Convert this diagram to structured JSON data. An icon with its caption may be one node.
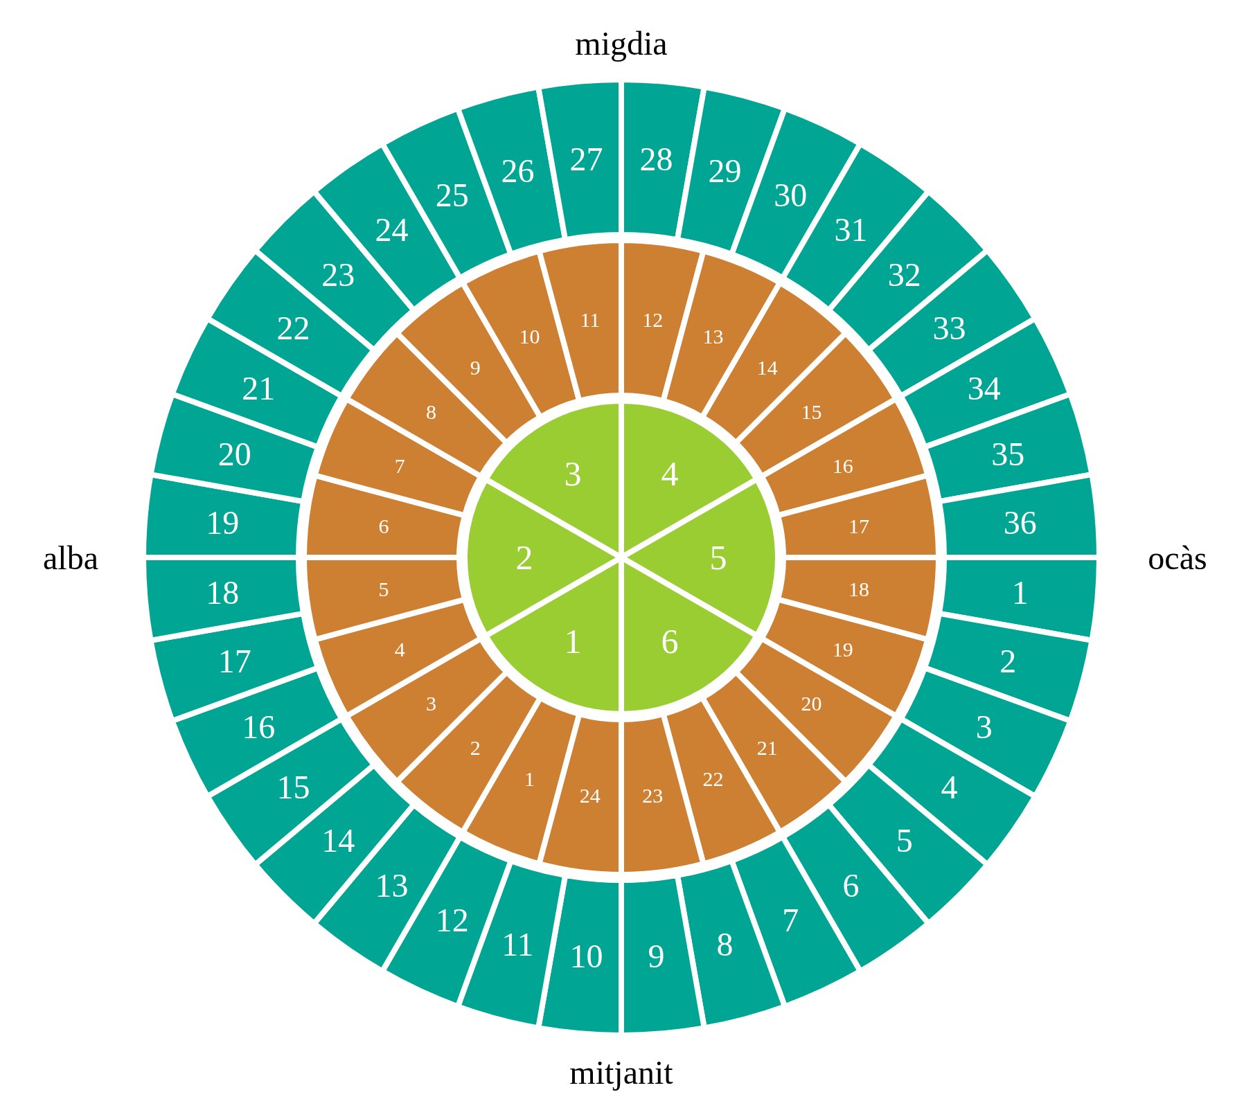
{
  "diagram": {
    "nodes": [
      {
        "text": [
          "1"
        ]
      },
      {
        "text": [
          "2"
        ]
      },
      {
        "text": [
          "3"
        ]
      },
      {
        "text": [
          "4"
        ]
      },
      {
        "text": [
          "5"
        ]
      },
      {
        "text": [
          "6"
        ]
      },
      {
        "text": [
          "1"
        ]
      },
      {
        "text": [
          "2"
        ]
      },
      {
        "text": [
          "3"
        ]
      },
      {
        "text": [
          "4"
        ]
      },
      {
        "text": [
          "5"
        ]
      },
      {
        "text": [
          "6"
        ]
      },
      {
        "text": [
          "7"
        ]
      },
      {
        "text": [
          "8"
        ]
      },
      {
        "text": [
          "9"
        ]
      },
      {
        "text": [
          "10"
        ]
      },
      {
        "text": [
          "11"
        ]
      },
      {
        "text": [
          "12"
        ]
      },
      {
        "text": [
          "13"
        ]
      },
      {
        "text": [
          "14"
        ]
      },
      {
        "text": [
          "15"
        ]
      },
      {
        "text": [
          "16"
        ]
      },
      {
        "text": [
          "17"
        ]
      },
      {
        "text": [
          "18"
        ]
      },
      {
        "text": [
          "19"
        ]
      },
      {
        "text": [
          "20"
        ]
      },
      {
        "text": [
          "21"
        ]
      },
      {
        "text": [
          "22"
        ]
      },
      {
        "text": [
          "23"
        ]
      },
      {
        "text": [
          "24"
        ]
      },
      {
        "text": [
          "1"
        ]
      },
      {
        "text": [
          "2"
        ]
      },
      {
        "text": [
          "3"
        ]
      },
      {
        "text": [
          "4"
        ]
      },
      {
        "text": [
          "5"
        ]
      },
      {
        "text": [
          "6"
        ]
      },
      {
        "text": [
          "7"
        ]
      },
      {
        "text": [
          "8"
        ]
      },
      {
        "text": [
          "9"
        ]
      },
      {
        "text": [
          "10"
        ]
      },
      {
        "text": [
          "11"
        ]
      },
      {
        "text": [
          "12"
        ]
      },
      {
        "text": [
          "13"
        ]
      },
      {
        "text": [
          "14"
        ]
      },
      {
        "text": [
          "15"
        ]
      },
      {
        "text": [
          "16"
        ]
      },
      {
        "text": [
          "17"
        ]
      },
      {
        "text": [
          "18"
        ]
      },
      {
        "text": [
          "19"
        ]
      },
      {
        "text": [
          "20"
        ]
      },
      {
        "text": [
          "21"
        ]
      },
      {
        "text": [
          "22"
        ]
      },
      {
        "text": [
          "23"
        ]
      },
      {
        "text": [
          "24"
        ]
      },
      {
        "text": [
          "25"
        ]
      },
      {
        "text": [
          "26"
        ]
      },
      {
        "text": [
          "27"
        ]
      },
      {
        "text": [
          "28"
        ]
      },
      {
        "text": [
          "29"
        ]
      },
      {
        "text": [
          "30"
        ]
      },
      {
        "text": [
          "31"
        ]
      },
      {
        "text": [
          "32"
        ]
      },
      {
        "text": [
          "33"
        ]
      },
      {
        "text": [
          "34"
        ]
      },
      {
        "text": [
          "35"
        ]
      },
      {
        "text": [
          "36"
        ]
      }
    ],
    "labels": [
      "migdia",
      "alba",
      "ocàs",
      "mitjanit"
    ]
  }
}
